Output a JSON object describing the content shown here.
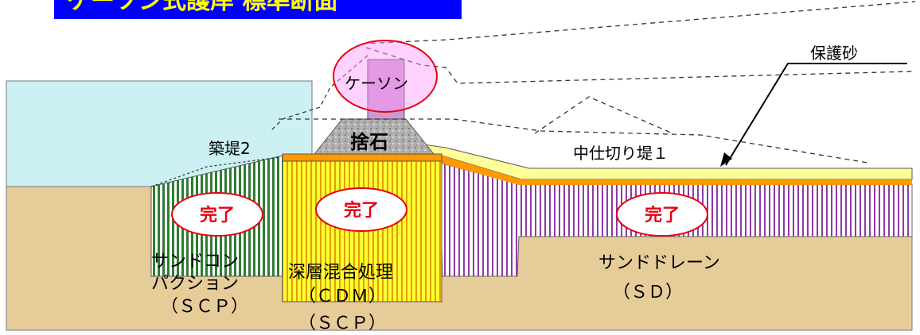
{
  "title": "ケーソン式護岸 標準断面",
  "labels": {
    "protective_sand": "保護砂",
    "caisson": "ケーソン",
    "rubble": "捨石",
    "embankment2": "築堤2",
    "partition_dike1": "中仕切り堤１",
    "scp_line1": "サンドコン",
    "scp_line2": "パクション",
    "scp_line3": "（ＳＣＰ）",
    "cdm_line1": "深層混合処理",
    "cdm_line2": "（ＣＤＭ）",
    "cdm_line3": "（ＳＣＰ）",
    "sd_line1": "サンドドレーン",
    "sd_line2": "（ＳＤ）"
  },
  "status_badges": [
    "完了",
    "完了",
    "完了"
  ],
  "colors": {
    "title_bg": "#0000ff",
    "title_text": "#ffff00",
    "sea": "#ccf0f4",
    "seabed": "#e6cc99",
    "scp_stripe": "#2e7d32",
    "cdm_stripe": "#e0b000",
    "sd_stripe": "#8e3aa8",
    "mat_orange": "#ff9900",
    "sand_yellow": "#ffff99",
    "caisson": "#cc99cc",
    "caisson_highlight": "#ff99ff",
    "rubble": "#a9a9a9",
    "badge_text": "#e60012"
  }
}
